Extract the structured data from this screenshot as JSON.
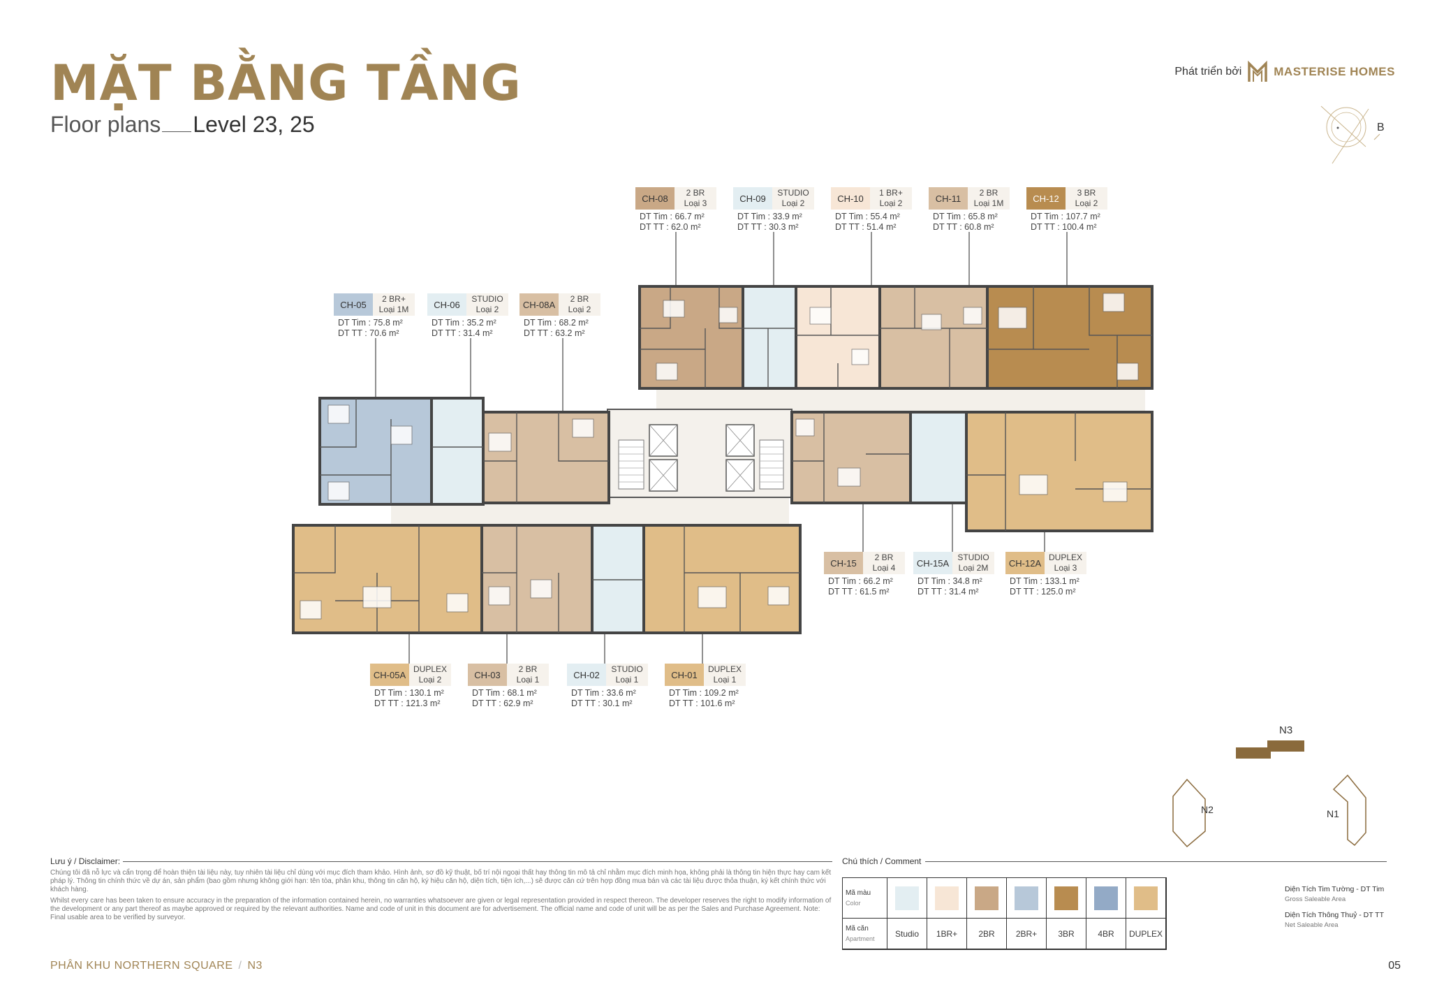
{
  "header": {
    "title": "MẶT BẰNG TẦNG",
    "subtitle_prefix": "Floor plans",
    "subtitle_level": "Level 23, 25",
    "developed_by": "Phát triển bởi",
    "brand_name": "MASTERISE HOMES",
    "compass_letter": "B"
  },
  "colors": {
    "gold": "#a08454",
    "studio": "#e3eef2",
    "br1plus": "#f7e6d6",
    "br2": "#c9a886",
    "br2plus": "#b7c8d9",
    "br3": "#b88c50",
    "br4": "#93aac6",
    "duplex": "#e0bd88"
  },
  "units": [
    {
      "code": "CH-08",
      "type1": "2 BR",
      "type2": "Loại 3",
      "dt_tim": "DT Tim :  66.7 m²",
      "dt_tt": "DT TT   :  62.0 m²",
      "color": "#c9a886"
    },
    {
      "code": "CH-09",
      "type1": "STUDIO",
      "type2": "Loại 2",
      "dt_tim": "DT Tim :  33.9 m²",
      "dt_tt": "DT TT   :  30.3 m²",
      "color": "#e3eef2"
    },
    {
      "code": "CH-10",
      "type1": "1 BR+",
      "type2": "Loại 2",
      "dt_tim": "DT Tim :  55.4 m²",
      "dt_tt": "DT TT   :  51.4 m²",
      "color": "#f7e6d6"
    },
    {
      "code": "CH-11",
      "type1": "2 BR",
      "type2": "Loại 1M",
      "dt_tim": "DT Tim :  65.8 m²",
      "dt_tt": "DT TT   :  60.8 m²",
      "color": "#d8bfa3"
    },
    {
      "code": "CH-12",
      "type1": "3 BR",
      "type2": "Loại 2",
      "dt_tim": "DT Tim :  107.7 m²",
      "dt_tt": "DT TT   : 100.4 m²",
      "color": "#b88c50"
    },
    {
      "code": "CH-05",
      "type1": "2 BR+",
      "type2": "Loại 1M",
      "dt_tim": "DT Tim :  75.8 m²",
      "dt_tt": "DT TT   :  70.6 m²",
      "color": "#b7c8d9"
    },
    {
      "code": "CH-06",
      "type1": "STUDIO",
      "type2": "Loại 2",
      "dt_tim": "DT Tim :  35.2 m²",
      "dt_tt": "DT TT   :  31.4 m²",
      "color": "#e3eef2"
    },
    {
      "code": "CH-08A",
      "type1": "2 BR",
      "type2": "Loại 2",
      "dt_tim": "DT Tim :  68.2 m²",
      "dt_tt": "DT TT   :  63.2 m²",
      "color": "#d8bfa3"
    },
    {
      "code": "CH-15",
      "type1": "2 BR",
      "type2": "Loại 4",
      "dt_tim": "DT Tim :  66.2 m²",
      "dt_tt": "DT TT   :  61.5 m²",
      "color": "#d8bfa3"
    },
    {
      "code": "CH-15A",
      "type1": "STUDIO",
      "type2": "Loại 2M",
      "dt_tim": "DT Tim :  34.8 m²",
      "dt_tt": "DT TT   :  31.4 m²",
      "color": "#e3eef2"
    },
    {
      "code": "CH-12A",
      "type1": "DUPLEX",
      "type2": "Loại 3",
      "dt_tim": "DT Tim :  133.1 m²",
      "dt_tt": "DT TT   : 125.0 m²",
      "color": "#e0bd88"
    },
    {
      "code": "CH-05A",
      "type1": "DUPLEX",
      "type2": "Loại 2",
      "dt_tim": "DT Tim :  130.1 m²",
      "dt_tt": "DT TT   : 121.3 m²",
      "color": "#e0bd88"
    },
    {
      "code": "CH-03",
      "type1": "2 BR",
      "type2": "Loại 1",
      "dt_tim": "DT Tim :  68.1 m²",
      "dt_tt": "DT TT   :  62.9 m²",
      "color": "#d8bfa3"
    },
    {
      "code": "CH-02",
      "type1": "STUDIO",
      "type2": "Loại 1",
      "dt_tim": "DT Tim :  33.6 m²",
      "dt_tt": "DT TT   :  30.1 m²",
      "color": "#e3eef2"
    },
    {
      "code": "CH-01",
      "type1": "DUPLEX",
      "type2": "Loại 1",
      "dt_tim": "DT Tim :  109.2 m²",
      "dt_tt": "DT TT   : 101.6 m²",
      "color": "#e0bd88"
    }
  ],
  "disclaimer": {
    "heading": "Lưu ý / Disclaimer:",
    "vi": "Chúng tôi đã nỗ lực và cẩn trọng để hoàn thiện tài liệu này, tuy nhiên tài liệu chỉ dùng với mục đích tham khảo. Hình ảnh, sơ đồ kỹ thuật, bố trí nội ngoại thất hay thông tin mô tả chỉ nhằm mục đích minh họa, không phải là thông tin hiện thực hay cam kết pháp lý. Thông tin chính thức về dự án, sản phẩm (bao gồm nhưng không giới hạn: tên tòa, phân khu, thông tin căn hộ, ký hiệu căn hộ, diện tích, tiện ích,...) sẽ được căn cứ trên hợp đồng mua bán và các tài liệu được thỏa thuận, ký kết chính thức với khách hàng.",
    "en": "Whilst every care has been taken to ensure accuracy in the preparation of the information contained herein, no warranties whatsoever are given or legal representation provided in respect thereon. The developer reserves the right to modify information of the development or any part thereof as maybe approved or required by the relevant authorities. Name and code of unit in this document are for advertisement. The official name and code of unit will be as per the Sales and Purchase Agreement. Note: Final usable area to be verified by surveyor."
  },
  "legend": {
    "heading": "Chú thích / Comment",
    "color_label": "Mã màu",
    "color_label_en": "Color",
    "apt_label": "Mã căn",
    "apt_label_en": "Apartment",
    "items": [
      {
        "label": "Studio",
        "color": "#e3eef2"
      },
      {
        "label": "1BR+",
        "color": "#f7e6d6"
      },
      {
        "label": "2BR",
        "color": "#c9a886"
      },
      {
        "label": "2BR+",
        "color": "#b7c8d9"
      },
      {
        "label": "3BR",
        "color": "#b88c50"
      },
      {
        "label": "4BR",
        "color": "#93aac6"
      },
      {
        "label": "DUPLEX",
        "color": "#e0bd88"
      }
    ]
  },
  "definitions": {
    "gross": "Diện Tích Tim Tường - DT Tim",
    "gross_en": "Gross Saleable Area",
    "net": "Diện Tích Thông Thuỷ - DT TT",
    "net_en": "Net Saleable Area"
  },
  "keymap": {
    "n1": "N1",
    "n2": "N2",
    "n3": "N3"
  },
  "footer": {
    "zone": "PHÂN KHU NORTHERN SQUARE",
    "block": "N3",
    "page": "05"
  }
}
